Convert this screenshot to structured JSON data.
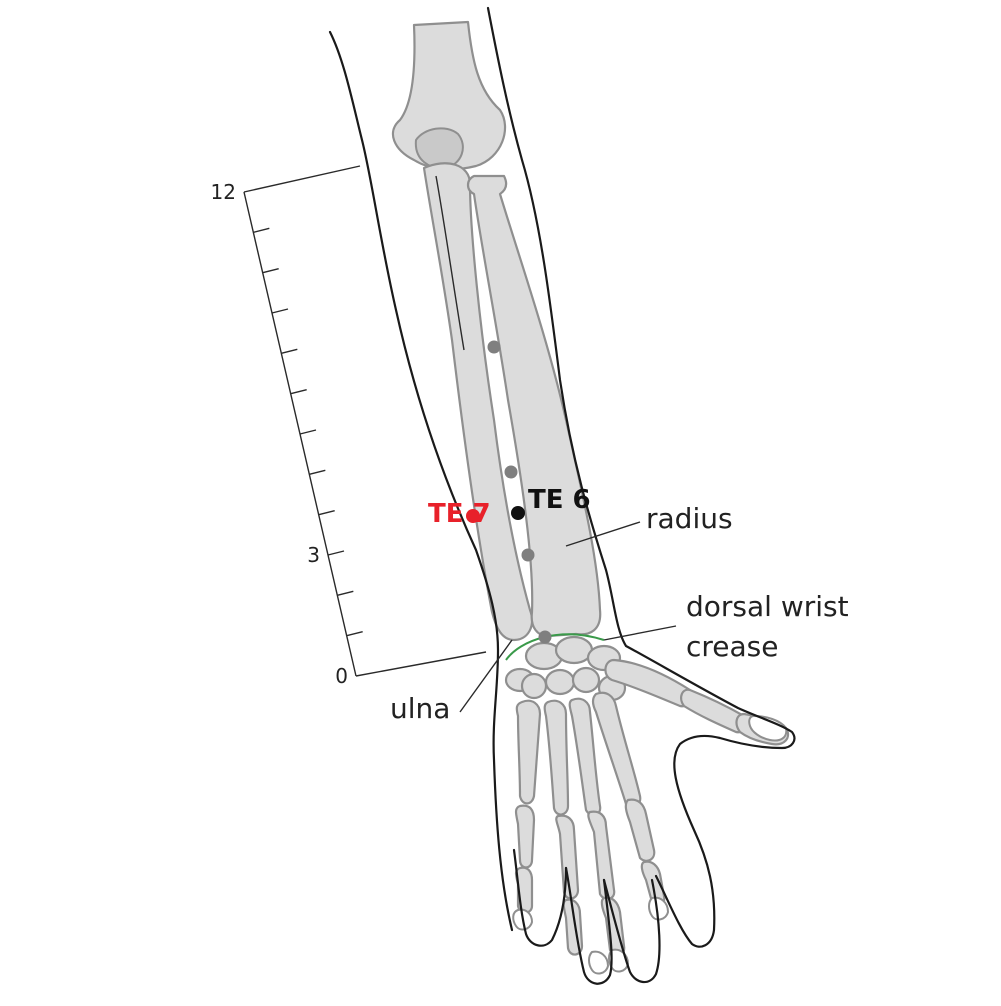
{
  "labels": {
    "te6": "TE 6",
    "te7": "TE 7",
    "radius": "radius",
    "ulna": "ulna",
    "crease_line1": "dorsal wrist",
    "crease_line2": "crease"
  },
  "scale": {
    "ticks": [
      {
        "value": 0,
        "label": "0"
      },
      {
        "value": 1,
        "label": ""
      },
      {
        "value": 2,
        "label": ""
      },
      {
        "value": 3,
        "label": "3"
      },
      {
        "value": 4,
        "label": ""
      },
      {
        "value": 5,
        "label": ""
      },
      {
        "value": 6,
        "label": ""
      },
      {
        "value": 7,
        "label": ""
      },
      {
        "value": 8,
        "label": ""
      },
      {
        "value": 9,
        "label": ""
      },
      {
        "value": 10,
        "label": ""
      },
      {
        "value": 11,
        "label": ""
      },
      {
        "value": 12,
        "label": "12"
      }
    ]
  },
  "points": [
    {
      "id": "te7",
      "label": "TE 7",
      "cun": 3,
      "color": "#e8212a",
      "highlighted": true
    },
    {
      "id": "te6",
      "label": "TE 6",
      "cun": 3,
      "color": "#111111",
      "highlighted": true
    },
    {
      "id": "te5",
      "label": "",
      "cun": 2,
      "color": "#7f7f7f",
      "highlighted": false
    },
    {
      "id": "te8",
      "label": "",
      "cun": 4,
      "color": "#7f7f7f",
      "highlighted": false
    },
    {
      "id": "te9",
      "label": "",
      "cun": 7,
      "color": "#7f7f7f",
      "highlighted": false
    },
    {
      "id": "te4",
      "label": "",
      "cun": 0,
      "color": "#7f7f7f",
      "highlighted": false
    }
  ],
  "colors": {
    "bone_fill": "#dcdcdc",
    "bone_stroke": "#8f8f8f",
    "outline": "#1a1a1a",
    "crease": "#3a9a4a",
    "highlight_red": "#e8212a",
    "highlight_black": "#111111",
    "minor_point": "#7f7f7f"
  }
}
